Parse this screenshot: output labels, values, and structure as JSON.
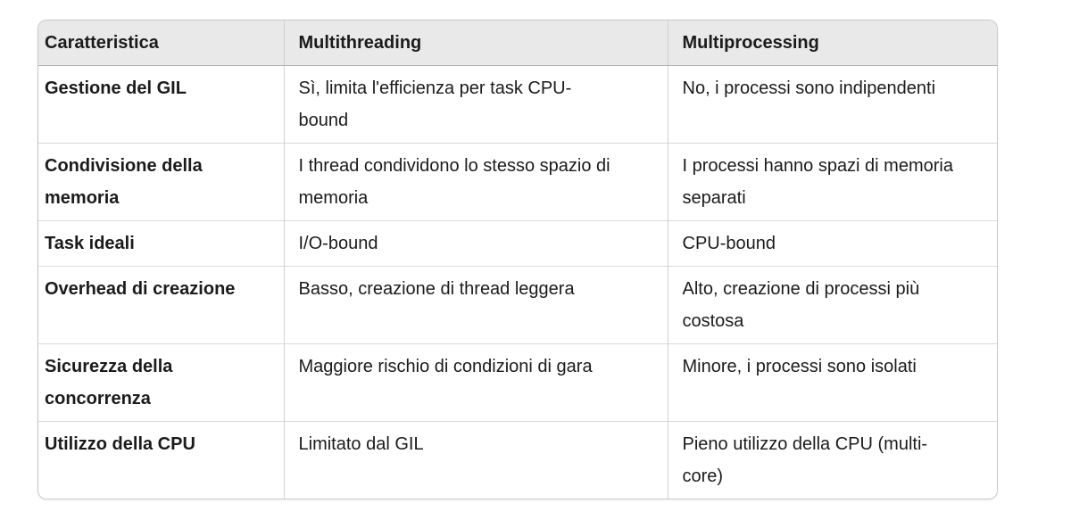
{
  "table": {
    "header": [
      "Caratteristica",
      "Multithreading",
      "Multiprocessing"
    ],
    "rows": [
      [
        "Gestione del GIL",
        "Sì, limita l'efficienza per task CPU-bound",
        "No, i processi sono indipendenti"
      ],
      [
        "Condivisione della memoria",
        "I thread condividono lo stesso spazio di memoria",
        "I processi hanno spazi di memoria separati"
      ],
      [
        "Task ideali",
        "I/O-bound",
        "CPU-bound"
      ],
      [
        "Overhead di creazione",
        "Basso, creazione di thread leggera",
        "Alto, creazione di processi più costosa"
      ],
      [
        "Sicurezza della concorrenza",
        "Maggiore rischio di condizioni di gara",
        "Minore, i processi sono isolati"
      ],
      [
        "Utilizzo della CPU",
        "Limitato dal GIL",
        "Pieno utilizzo della CPU (multi-core)"
      ]
    ],
    "colors": {
      "header_background": "#e9e9e9",
      "outer_border": "#c8c8c8",
      "header_bottom_border": "#b1b1b1",
      "row_divider": "#dadada",
      "column_border": "#d2d2d2",
      "text": "#1b1b1b"
    }
  }
}
